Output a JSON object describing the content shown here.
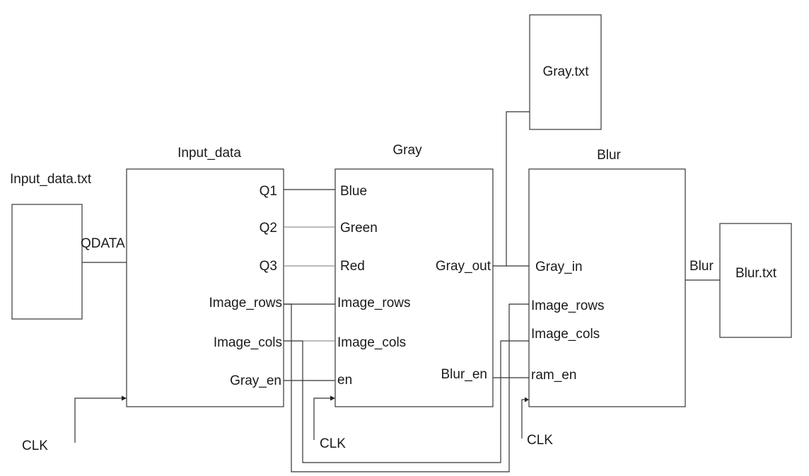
{
  "files": {
    "input_file": "Input_data.txt",
    "gray_file": "Gray.txt",
    "blur_file": "Blur.txt"
  },
  "modules": {
    "input_data": {
      "title": "Input_data",
      "inputs": {
        "qdata": "QDATA"
      },
      "outputs": {
        "q1": "Q1",
        "q2": "Q2",
        "q3": "Q3",
        "image_rows": "Image_rows",
        "image_cols": "Image_cols",
        "gray_en": "Gray_en"
      }
    },
    "gray": {
      "title": "Gray",
      "inputs": {
        "blue": "Blue",
        "green": "Green",
        "red": "Red",
        "image_rows": "Image_rows",
        "image_cols": "Image_cols",
        "en": "en"
      },
      "outputs": {
        "gray_out": "Gray_out",
        "blur_en": "Blur_en"
      }
    },
    "blur": {
      "title": "Blur",
      "inputs": {
        "gray_in": "Gray_in",
        "image_rows": "Image_rows",
        "image_cols": "Image_cols",
        "ram_en": "ram_en"
      },
      "outputs": {
        "blur": "Blur"
      }
    }
  },
  "clocks": {
    "clk_input": "CLK",
    "clk_gray": "CLK",
    "clk_blur": "CLK"
  }
}
